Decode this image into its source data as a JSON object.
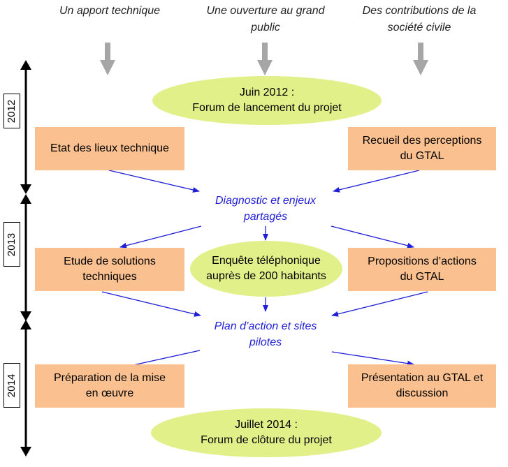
{
  "headers": {
    "technique": "Un apport technique",
    "public": "Une ouverture au grand public",
    "societe": "Des contributions de la société civile"
  },
  "years": [
    "2012",
    "2013",
    "2014"
  ],
  "launch": {
    "line1": "Juin 2012 :",
    "line2": "Forum de lancement du projet"
  },
  "closing": {
    "line1": "Juillet 2014 :",
    "line2": "Forum de clôture du projet"
  },
  "survey": {
    "line1": "Enquête téléphonique",
    "line2": "auprès de 200 habitants"
  },
  "boxes": {
    "etat": {
      "line1": "Etat des lieux technique",
      "line2": ""
    },
    "recueil": {
      "line1": "Recueil des perceptions",
      "line2": "du GTAL"
    },
    "etude": {
      "line1": "Etude de solutions",
      "line2": "techniques"
    },
    "propositions": {
      "line1": "Propositions d’actions",
      "line2": "du GTAL"
    },
    "preparation": {
      "line1": "Préparation de la mise",
      "line2": "en œuvre"
    },
    "presentation": {
      "line1": "Présentation au GTAL et",
      "line2": "discussion"
    }
  },
  "diagnostic": {
    "line1": "Diagnostic et enjeux",
    "line2": "partagés"
  },
  "plan": {
    "line1": "Plan d’action et sites",
    "line2": "pilotes"
  },
  "colors": {
    "box": "#fac090",
    "ellipse": "#e2f08a",
    "arrow_blue": "#1f1fd8",
    "arrow_grey": "#a6a6a6"
  }
}
